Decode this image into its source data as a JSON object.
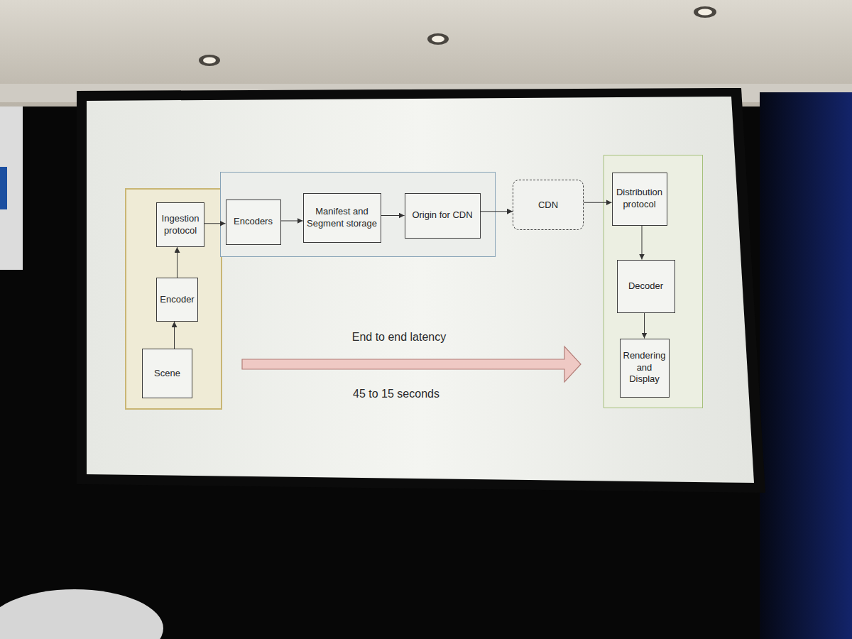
{
  "diagram": {
    "nodes": [
      {
        "text": []
      },
      {
        "text": [
          "Ingestion protocol"
        ],
        "in": 0
      },
      {
        "text": [
          "Encoder"
        ],
        "in": 0
      },
      {
        "text": [
          "Scene"
        ],
        "in": 0
      },
      {
        "text": []
      },
      {
        "text": [
          "Encoders"
        ],
        "in": 4
      },
      {
        "text": [
          "Manifest and Segment storage"
        ],
        "in": 4
      },
      {
        "text": [
          "Origin for CDN"
        ],
        "in": 4
      },
      {
        "text": [
          "CDN"
        ]
      },
      {
        "text": []
      },
      {
        "text": [
          "Distribution protocol"
        ],
        "in": 9
      },
      {
        "text": [
          "Decoder"
        ],
        "in": 9
      },
      {
        "text": [
          "Rendering and Display"
        ],
        "in": 9
      }
    ],
    "edges": [
      {
        "from": 3,
        "to": 2,
        "arrow": "to"
      },
      {
        "from": 2,
        "to": 1,
        "arrow": "to"
      },
      {
        "from": 1,
        "to": 5,
        "arrow": "to"
      },
      {
        "from": 5,
        "to": 6,
        "arrow": "to"
      },
      {
        "from": 6,
        "to": 7,
        "arrow": "to"
      },
      {
        "from": 7,
        "to": 8,
        "arrow": "to"
      },
      {
        "from": 8,
        "to": 10,
        "arrow": "to"
      },
      {
        "from": 10,
        "to": 11,
        "arrow": "to"
      },
      {
        "from": 11,
        "to": 12,
        "arrow": "to"
      }
    ],
    "labels": [
      "End to end latency",
      "45 to 15 seconds"
    ]
  }
}
